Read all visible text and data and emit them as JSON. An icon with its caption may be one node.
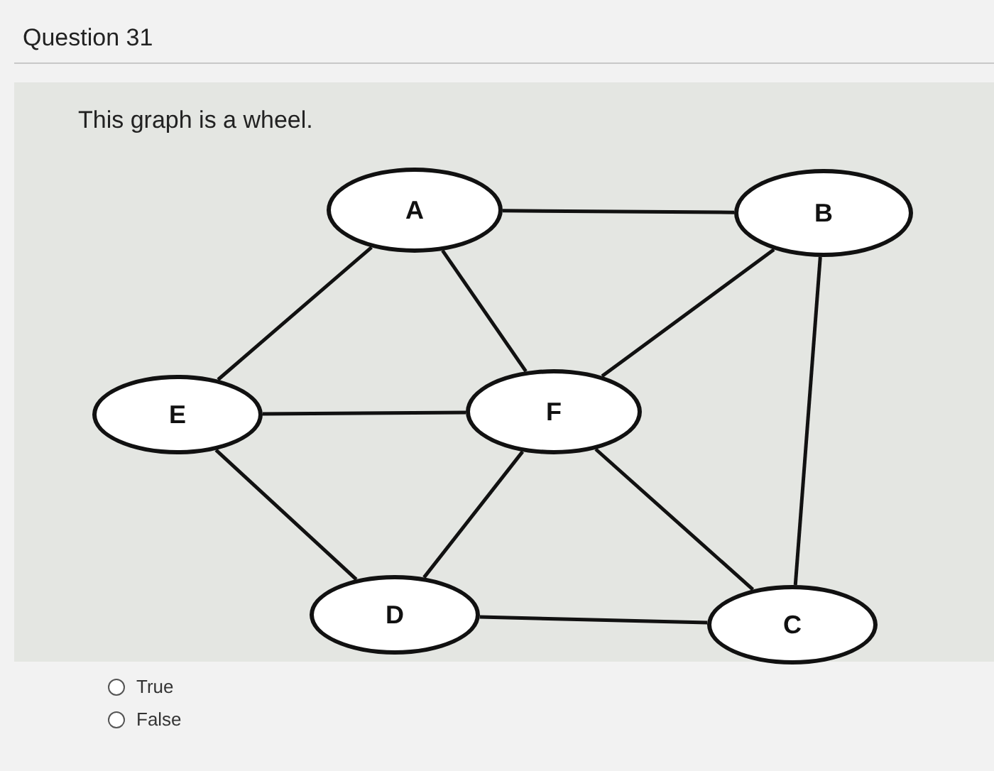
{
  "diagram": {
    "title": "Question 31",
    "nodes": [
      {
        "text": [
          "A"
        ]
      },
      {
        "text": [
          "B"
        ]
      },
      {
        "text": [
          "E"
        ]
      },
      {
        "text": [
          "F"
        ]
      },
      {
        "text": [
          "D"
        ]
      },
      {
        "text": [
          "C"
        ]
      }
    ],
    "edges": [
      {
        "from": 0,
        "to": 1,
        "arrow": "none"
      },
      {
        "from": 0,
        "to": 2,
        "arrow": "none"
      },
      {
        "from": 0,
        "to": 3,
        "arrow": "none"
      },
      {
        "from": 1,
        "to": 3,
        "arrow": "none"
      },
      {
        "from": 1,
        "to": 5,
        "arrow": "none"
      },
      {
        "from": 2,
        "to": 3,
        "arrow": "none"
      },
      {
        "from": 2,
        "to": 4,
        "arrow": "none"
      },
      {
        "from": 3,
        "to": 4,
        "arrow": "none"
      },
      {
        "from": 3,
        "to": 5,
        "arrow": "none"
      },
      {
        "from": 4,
        "to": 5,
        "arrow": "none"
      }
    ],
    "labels": [
      "This graph is a wheel.",
      "True",
      "False"
    ]
  }
}
